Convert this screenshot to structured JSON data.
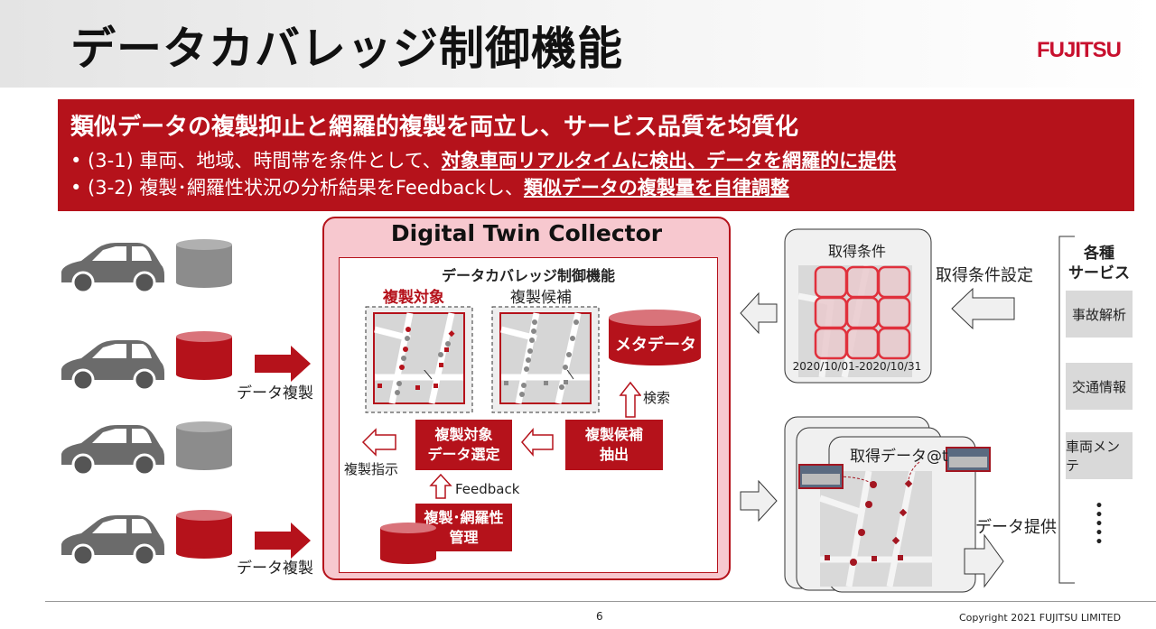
{
  "title": "データカバレッジ制御機能",
  "logo": "FUJITSU",
  "banner": {
    "headline": "類似データの複製抑止と網羅的複製を両立し、サービス品質を均質化",
    "bullets": [
      {
        "prefix": "• (3-1) 車両、地域、時間帯を条件として、",
        "emph": "対象車両リアルタイムに検出、データを網羅的に提供"
      },
      {
        "prefix": "• (3-2) 複製･網羅性状況の分析結果をFeedbackし、",
        "emph": "類似データの複製量を自律調整"
      }
    ]
  },
  "left": {
    "copy_label_1": "データ複製",
    "copy_label_2": "データ複製"
  },
  "dtc": {
    "title": "Digital Twin Collector",
    "subtitle": "データカバレッジ制御機能",
    "target_label": "複製対象",
    "candidate_label": "複製候補",
    "metadata": "メタデータ",
    "search": "検索",
    "select_box": [
      "複製対象",
      "データ選定"
    ],
    "extract_box": [
      "複製候補",
      "抽出"
    ],
    "instruction": "複製指示",
    "feedback": "Feedback",
    "manage_box": [
      "複製･網羅性",
      "管理"
    ]
  },
  "conditions": {
    "title": "取得条件",
    "period": "2020/10/01-2020/10/31",
    "setting_label": "取得条件設定"
  },
  "acquired": {
    "title": "取得データ@t",
    "provide_label": "データ提供"
  },
  "services": {
    "title": [
      "各種",
      "サービス"
    ],
    "items": [
      "事故解析",
      "交通情報",
      "車両メンテ"
    ],
    "more": "•\n•\n•\n•\n•"
  },
  "footer": {
    "page": "6",
    "copyright": "Copyright 2021 FUJITSU LIMITED"
  },
  "colors": {
    "brand_red": "#b5121b",
    "pink": "#f7c8cf",
    "gray": "#d9d9d9"
  }
}
